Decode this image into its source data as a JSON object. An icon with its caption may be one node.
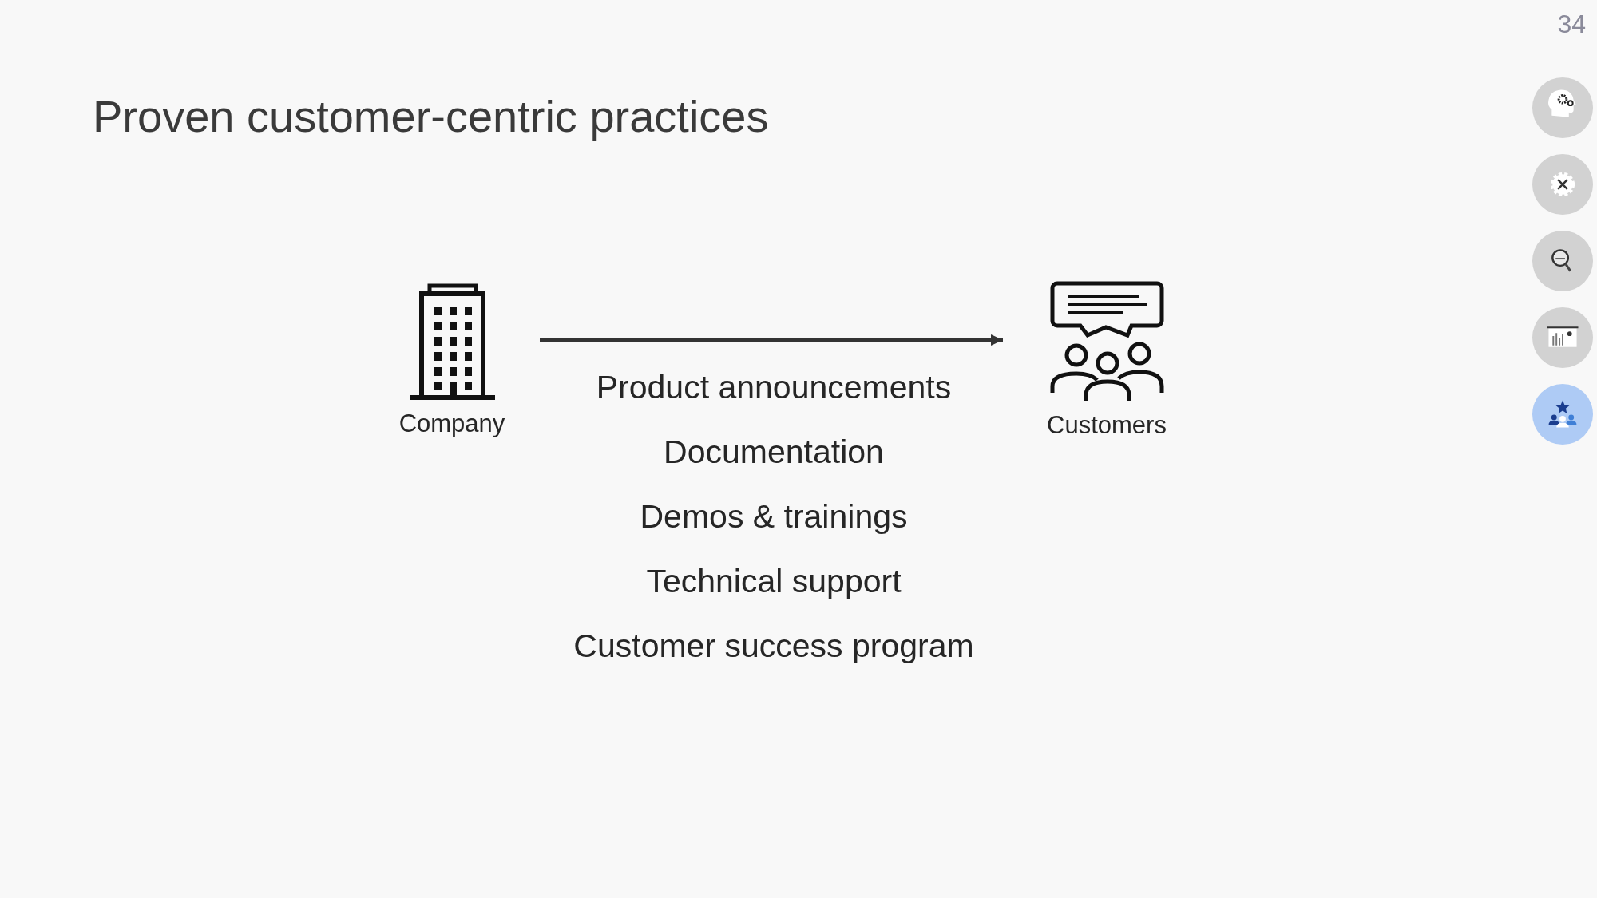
{
  "diagram": {
    "title": "Proven customer-centric practices",
    "nodes": [
      {
        "text": [
          "Company"
        ]
      },
      {
        "text": [
          "Customers"
        ]
      }
    ],
    "edges": [
      {
        "from": 0,
        "to": 1,
        "arrow": "to"
      }
    ],
    "labels": [
      "34",
      "Product announcements",
      "Documentation",
      "Demos & trainings",
      "Technical support",
      "Customer success program"
    ]
  }
}
